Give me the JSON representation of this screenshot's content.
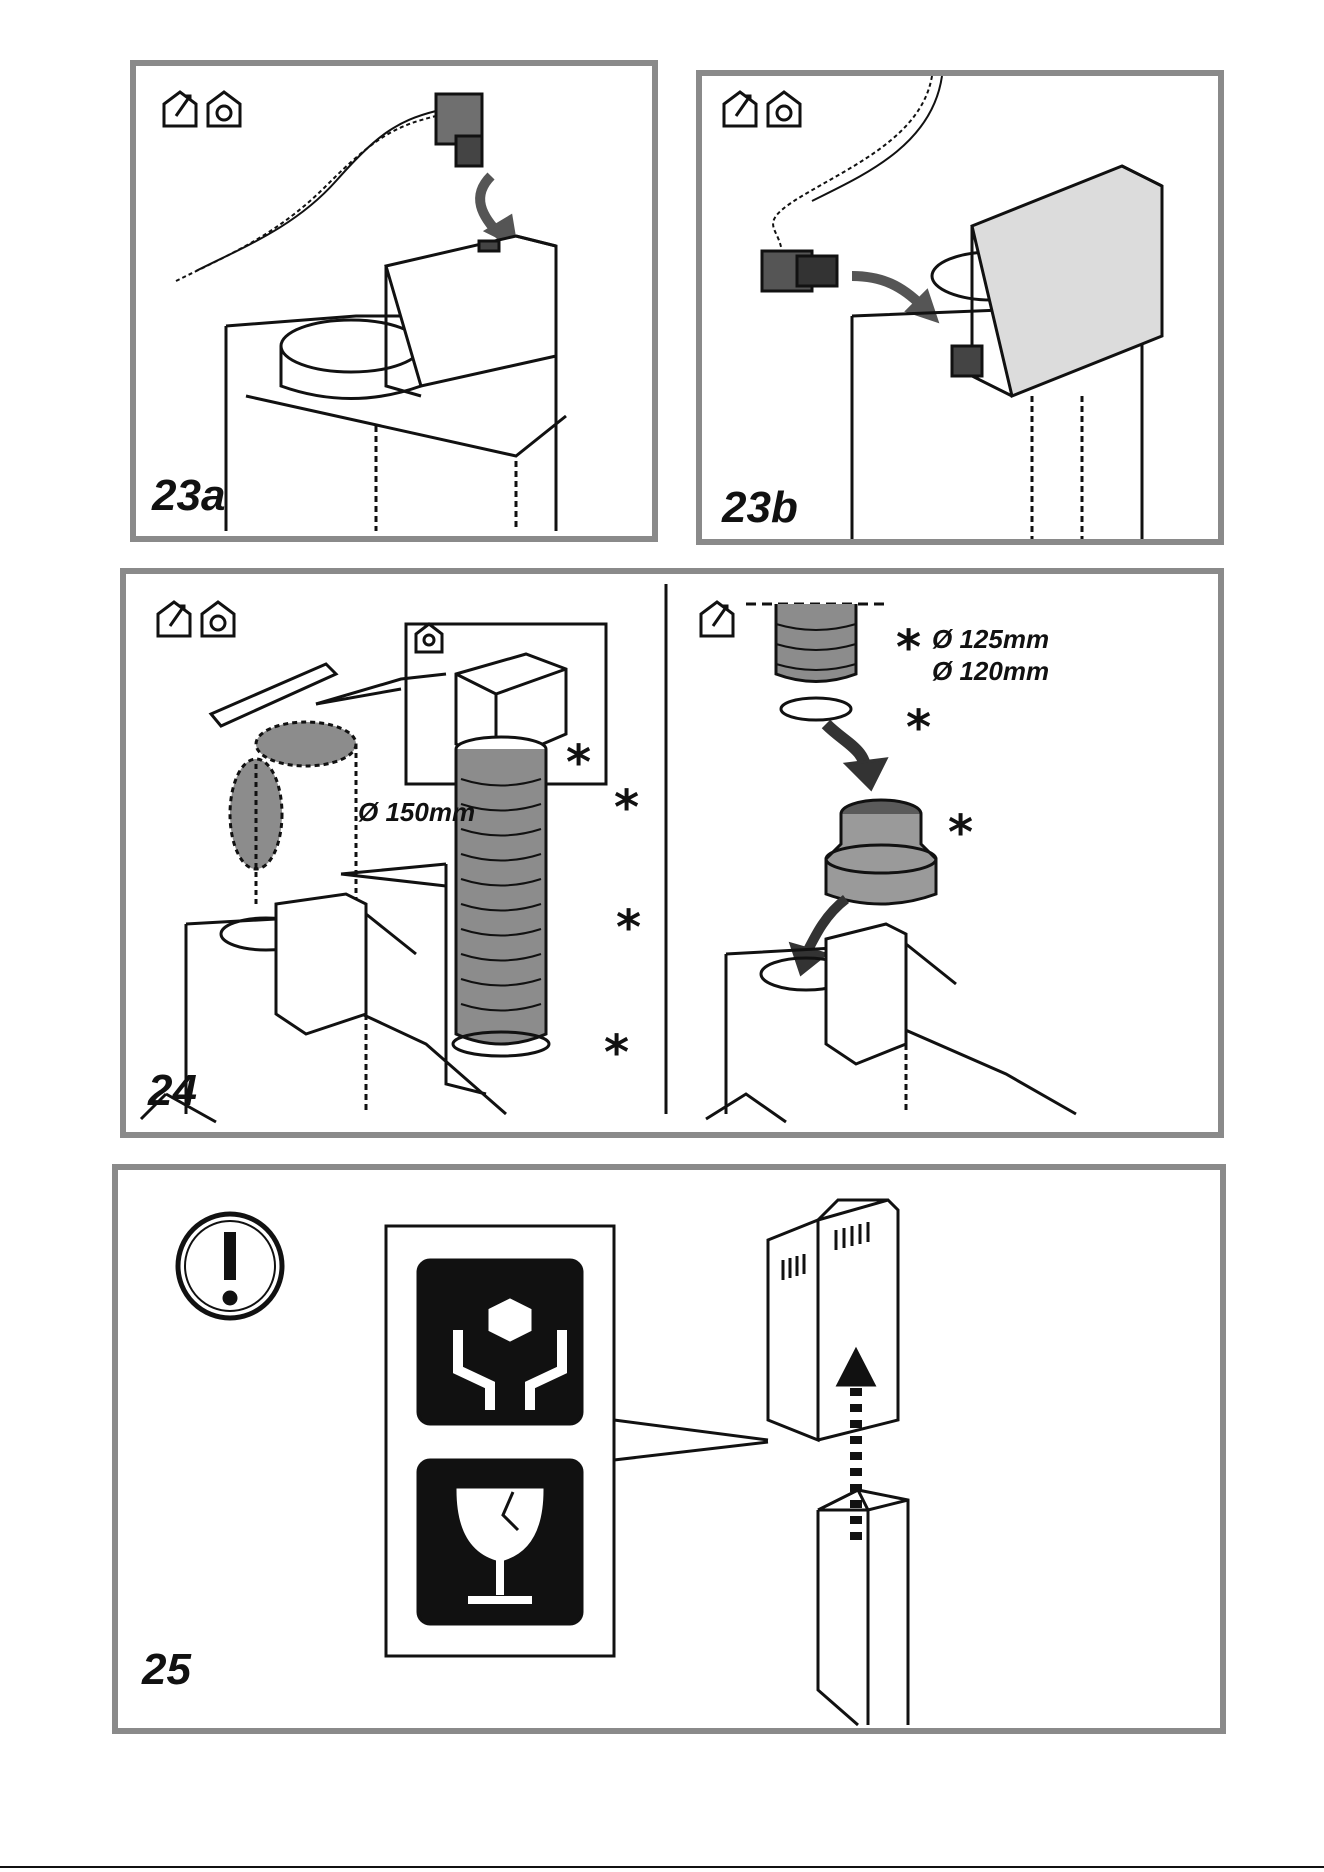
{
  "figures": {
    "f23a": {
      "label": "23a"
    },
    "f23b": {
      "label": "23b"
    },
    "f24": {
      "label": "24",
      "left_diameter": "Ø 150mm",
      "right_diameter_1": "Ø 125mm",
      "right_diameter_2": "Ø 120mm",
      "optional_mark": "*"
    },
    "f25": {
      "label": "25"
    }
  },
  "colors": {
    "frame": "#8a8a8a",
    "line": "#111111",
    "fill_gray": "#8c8c8c",
    "fill_light": "#d8d8d8",
    "pictogram_bg": "#111111"
  },
  "icons": [
    "ducted-mode-icon",
    "recirculation-mode-icon",
    "warning-icon",
    "fragile-handle-with-care-icon",
    "fragile-glass-icon"
  ]
}
